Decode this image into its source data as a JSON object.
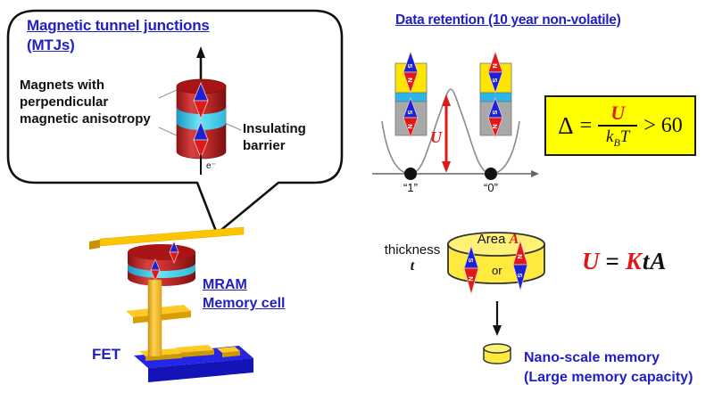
{
  "slide": {
    "mtj": {
      "title1": "Magnetic tunnel junctions",
      "title2": "(MTJs)",
      "desc1": "Magnets with",
      "desc2": "perpendicular",
      "desc3": "magnetic anisotropy",
      "insulating1": "Insulating",
      "insulating2": "barrier",
      "electron": "e⁻"
    },
    "mram": {
      "line1": "MRAM",
      "line2": "Memory cell",
      "fet": "FET"
    },
    "retention": {
      "title": "Data retention (10 year non-volatile)",
      "state_one": "“1”",
      "state_zero": "“0”",
      "barrier": "U",
      "formula": {
        "delta": "Δ",
        "eq": "=",
        "num": "U",
        "den_k": "k",
        "den_sub": "B",
        "den_t": "T",
        "cmp": "> 60"
      }
    },
    "scaling": {
      "thickness": "thickness",
      "thickness_sym": "t",
      "area": "Area",
      "area_sym": "A",
      "or": "or",
      "formula": {
        "u": "U",
        "eq": "=",
        "k": "K",
        "t": "t",
        "a": "A"
      },
      "nano1": "Nano-scale memory",
      "nano2": "(Large memory capacity)"
    },
    "spin": {
      "n": "N",
      "s": "S"
    },
    "colors": {
      "heading_blue": "#1f1fc4",
      "accent_red": "#e01818",
      "needle_blue": "#1a22d6",
      "magnet_red": "#c22b2b",
      "barrier_cyan": "#35c4e6",
      "stack_yellow": "#ffe600",
      "formula_yellow": "#ffff00",
      "electrode_gold": "#fdc500",
      "fixed_gray": "#a8a8a8",
      "fet_blue": "#1f1fd0"
    }
  }
}
